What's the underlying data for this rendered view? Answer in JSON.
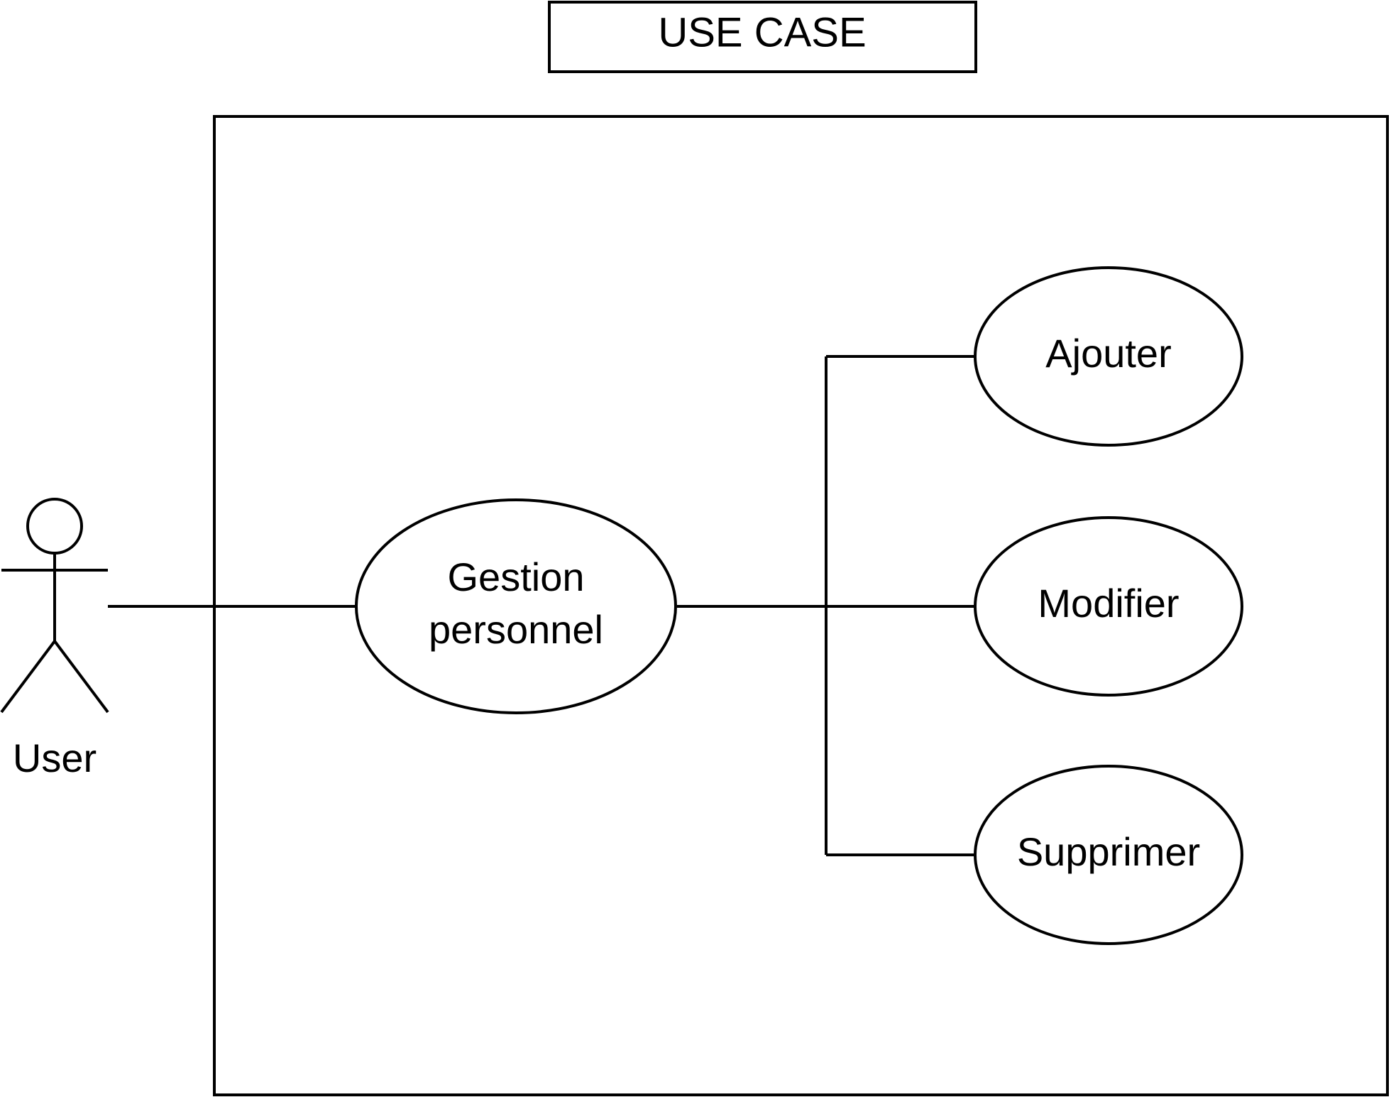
{
  "title": "USE CASE",
  "actor": {
    "name": "User"
  },
  "main_use_case": {
    "line1": "Gestion",
    "line2": "personnel"
  },
  "sub_use_cases": [
    {
      "label": "Ajouter"
    },
    {
      "label": "Modifier"
    },
    {
      "label": "Supprimer"
    }
  ],
  "colors": {
    "stroke": "#000000",
    "background": "#ffffff"
  }
}
